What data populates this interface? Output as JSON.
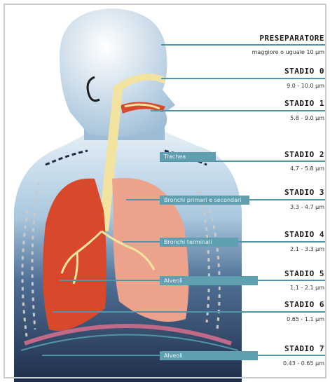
{
  "stages": [
    {
      "title": "PRESEPARATORE",
      "size": "maggiore o uguale 10 μm"
    },
    {
      "title": "STADIO 0",
      "size": "9.0 - 10.0 μm"
    },
    {
      "title": "STADIO 1",
      "size": "5.8 - 9.0 μm"
    },
    {
      "title": "STADIO 2",
      "size": "4.7 - 5.8 μm"
    },
    {
      "title": "STADIO 3",
      "size": "3.3 - 4.7 μm"
    },
    {
      "title": "STADIO 4",
      "size": "2.1 - 3.3 μm"
    },
    {
      "title": "STADIO 5",
      "size": "1.1 - 2.1 μm"
    },
    {
      "title": "STADIO 6",
      "size": "0.65 - 1.1 μm"
    },
    {
      "title": "STADIO 7",
      "size": "0.43 - 0.65 μm"
    }
  ],
  "regions": [
    {
      "label": "Trachea"
    },
    {
      "label": "Bronchi primari e secondari"
    },
    {
      "label": "Bronchi terminali"
    },
    {
      "label": "Alveoli"
    },
    {
      "label": "Alveoli"
    }
  ],
  "colors": {
    "body": "#9fc3dc",
    "lung_left": "#d8482b",
    "lung_right": "#eda28c",
    "airway": "#f2e4a0",
    "connector": "#4f95a6"
  }
}
